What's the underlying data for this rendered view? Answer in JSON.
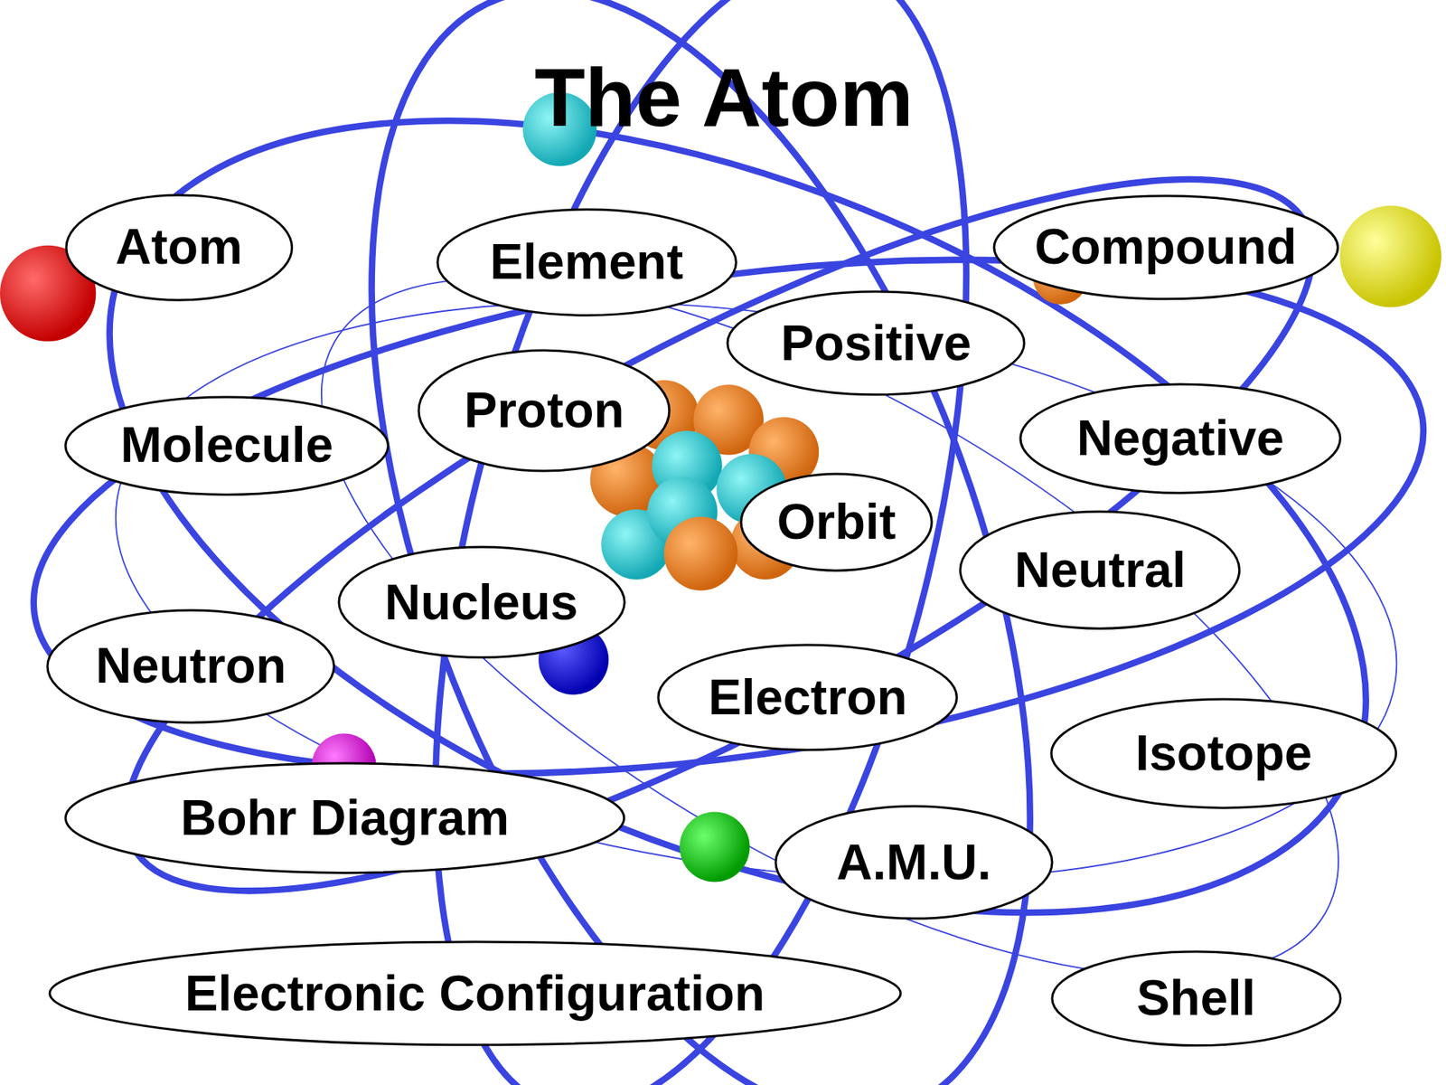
{
  "diagram": {
    "title": "The Atom",
    "nodes": [
      {
        "text": [
          "Atom"
        ]
      },
      {
        "text": [
          "Element"
        ]
      },
      {
        "text": [
          "Compound"
        ]
      },
      {
        "text": [
          "Positive"
        ]
      },
      {
        "text": [
          "Proton"
        ]
      },
      {
        "text": [
          "Negative"
        ]
      },
      {
        "text": [
          "Molecule"
        ]
      },
      {
        "text": [
          "Orbit"
        ]
      },
      {
        "text": [
          "Neutral"
        ]
      },
      {
        "text": [
          "Nucleus"
        ]
      },
      {
        "text": [
          "Neutron"
        ]
      },
      {
        "text": [
          "Electron"
        ]
      },
      {
        "text": [
          "Isotope"
        ]
      },
      {
        "text": [
          "Bohr Diagram"
        ]
      },
      {
        "text": [
          "A.M.U."
        ]
      },
      {
        "text": [
          "Electronic Configuration"
        ]
      },
      {
        "text": [
          "Shell"
        ]
      }
    ]
  }
}
